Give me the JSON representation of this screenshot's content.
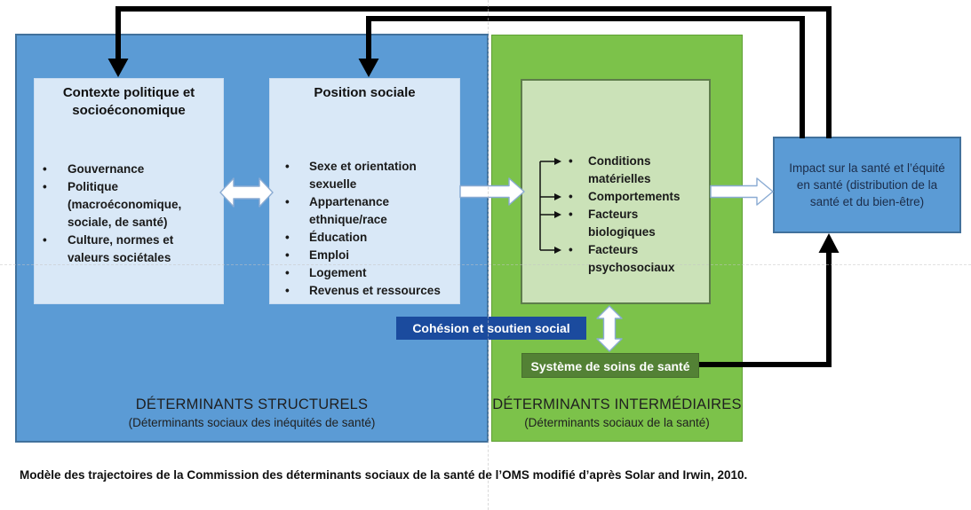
{
  "glyphs": {
    "bullet": "•"
  },
  "colors": {
    "panel_blue": "#5b9bd5",
    "panel_blue_border": "#41719c",
    "panel_green": "#7cc24a",
    "light_blue_box": "#d9e8f7",
    "light_green_box": "#cbe2b8",
    "dark_blue_box": "#1b4b9e",
    "dark_green_box": "#538135",
    "black_arrow": "#000000",
    "white_arrow": "#ffffff"
  },
  "structural": {
    "label": "DÉTERMINANTS STRUCTURELS",
    "sublabel": "(Déterminants sociaux des inéquités de santé)",
    "context_box": {
      "title": "Contexte politique et socioéconomique",
      "items": [
        "Gouvernance",
        "Politique (macroéconomique, sociale, de santé)",
        "Culture, normes et valeurs sociétales"
      ]
    },
    "position_box": {
      "title": "Position sociale",
      "items": [
        "Sexe et orientation sexuelle",
        "Appartenance ethnique/race",
        "Éducation",
        "Emploi",
        "Logement",
        "Revenus et ressources"
      ]
    }
  },
  "intermediary": {
    "label": "DÉTERMINANTS INTERMÉDIAIRES",
    "sublabel": "(Déterminants sociaux de la santé)",
    "factors_box": {
      "items": [
        "Conditions matérielles",
        "Comportements",
        "Facteurs biologiques",
        "Facteurs psychosociaux"
      ]
    },
    "cohesion_label": "Cohésion et soutien social",
    "health_system_label": "Système de soins de santé"
  },
  "impact_box": {
    "text": "Impact sur la santé et l’équité en santé (distribution de la santé et du bien-être)"
  },
  "caption": "Modèle des trajectoires de la Commission des déterminants sociaux de la santé de l’OMS modifié d’après Solar and Irwin, 2010."
}
